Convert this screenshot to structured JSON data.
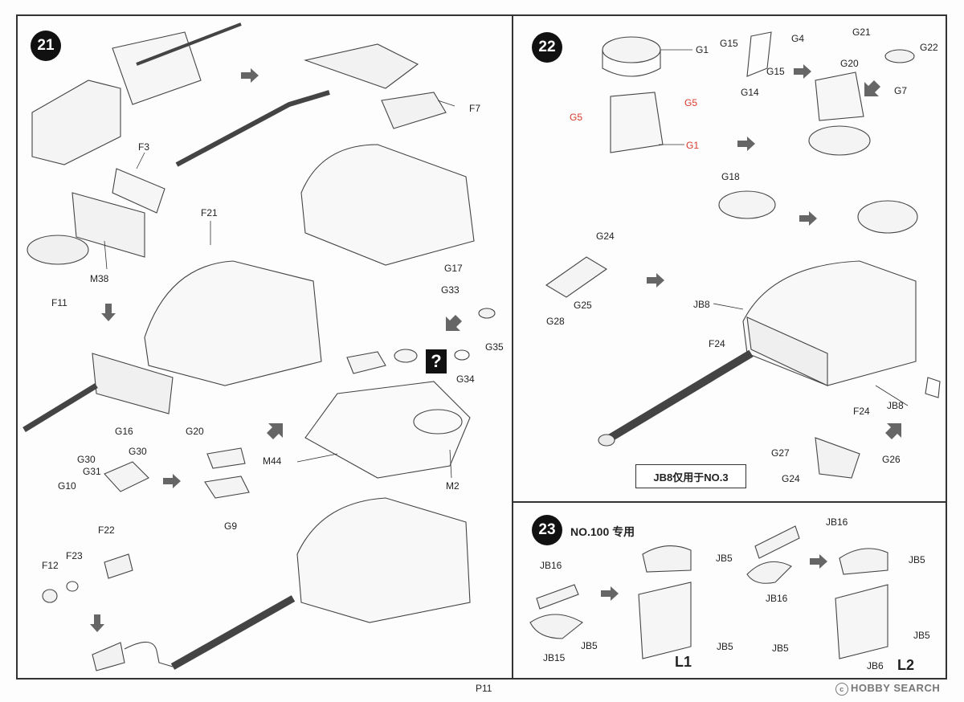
{
  "steps": {
    "s21": {
      "number": "21"
    },
    "s22": {
      "number": "22"
    },
    "s23": {
      "number": "23",
      "title": "NO.100 专用"
    }
  },
  "labels21": {
    "f7": "F7",
    "f3": "F3",
    "f21": "F21",
    "m38": "M38",
    "f11": "F11",
    "g17": "G17",
    "g33": "G33",
    "g35": "G35",
    "g34": "G34",
    "g20": "G20",
    "m44": "M44",
    "m2": "M2",
    "g9": "G9",
    "g16": "G16",
    "g30a": "G30",
    "g30b": "G30",
    "g31": "G31",
    "g10": "G10",
    "f22": "F22",
    "f23": "F23",
    "f12": "F12"
  },
  "labels22": {
    "g1a": "G1",
    "g15a": "G15",
    "g4": "G4",
    "g21": "G21",
    "g22": "G22",
    "g15b": "G15",
    "g14": "G14",
    "g20": "G20",
    "g7": "G7",
    "g5a": "G5",
    "g5b": "G5",
    "g1b": "G1",
    "g18": "G18",
    "g24a": "G24",
    "g25": "G25",
    "g28": "G28",
    "jb8a": "JB8",
    "f24a": "F24",
    "f24b": "F24",
    "jb8b": "JB8",
    "g27": "G27",
    "g26": "G26",
    "g24b": "G24",
    "note": "JB8仅用于NO.3"
  },
  "labels23": {
    "jb16a": "JB16",
    "jb15": "JB15",
    "jb5a": "JB5",
    "jb5b": "JB5",
    "jb5c": "JB5",
    "l1": "L1",
    "jb16b": "JB16",
    "jb16c": "JB16",
    "jb5d": "JB5",
    "jb5e": "JB5",
    "jb5f": "JB5",
    "jb6": "JB6",
    "l2": "L2"
  },
  "footer": {
    "page": "P11",
    "watermark": "HOBBY SEARCH",
    "watermark_mark": "c"
  },
  "question_mark": "?",
  "colors": {
    "line": "#333333",
    "arrow": "#666666",
    "red": "#d8392b",
    "badge": "#111111"
  },
  "icons": [
    "step-number-badge",
    "right-arrow-icon",
    "down-arrow-icon",
    "diagonal-arrow-icon",
    "question-mark-icon"
  ]
}
